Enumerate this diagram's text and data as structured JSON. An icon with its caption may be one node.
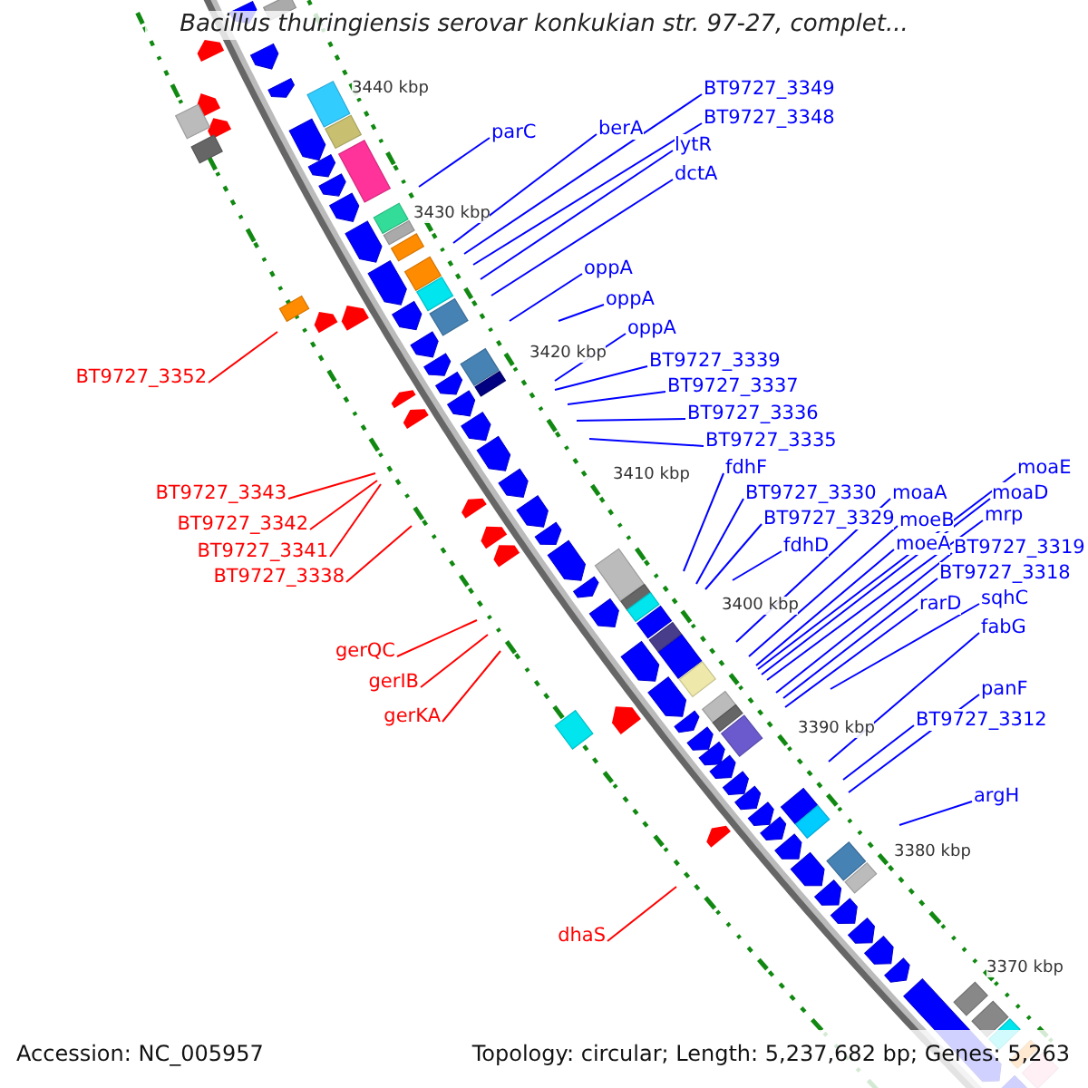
{
  "diagram": {
    "title": "Bacillus thuringiensis serovar konkukian str. 97-27, complet...",
    "nodes": [
      {
        "text": [
          "BT9727_3349"
        ]
      },
      {
        "text": [
          "BT9727_3348"
        ]
      },
      {
        "text": [
          "parC"
        ]
      },
      {
        "text": [
          "berA"
        ]
      },
      {
        "text": [
          "lytR"
        ]
      },
      {
        "text": [
          "dctA"
        ]
      },
      {
        "text": [
          "oppA"
        ]
      },
      {
        "text": [
          "oppA"
        ]
      },
      {
        "text": [
          "oppA"
        ]
      },
      {
        "text": [
          "BT9727_3339"
        ]
      },
      {
        "text": [
          "BT9727_3352"
        ]
      },
      {
        "text": [
          "BT9727_3337"
        ]
      },
      {
        "text": [
          "BT9727_3336"
        ]
      },
      {
        "text": [
          "BT9727_3335"
        ]
      },
      {
        "text": [
          "fdhF"
        ]
      },
      {
        "text": [
          "moaE"
        ]
      },
      {
        "text": [
          "moaA"
        ]
      },
      {
        "text": [
          "BT9727_3330"
        ]
      },
      {
        "text": [
          "moaD"
        ]
      },
      {
        "text": [
          "BT9727_3343"
        ]
      },
      {
        "text": [
          "mrp"
        ]
      },
      {
        "text": [
          "moeB"
        ]
      },
      {
        "text": [
          "BT9727_3329"
        ]
      },
      {
        "text": [
          "BT9727_3342"
        ]
      },
      {
        "text": [
          "moeA"
        ]
      },
      {
        "text": [
          "fdhD"
        ]
      },
      {
        "text": [
          "BT9727_3319"
        ]
      },
      {
        "text": [
          "BT9727_3341"
        ]
      },
      {
        "text": [
          "BT9727_3318"
        ]
      },
      {
        "text": [
          "BT9727_3338"
        ]
      },
      {
        "text": [
          "sqhC"
        ]
      },
      {
        "text": [
          "rarD"
        ]
      },
      {
        "text": [
          "fabG"
        ]
      },
      {
        "text": [
          "gerQC"
        ]
      },
      {
        "text": [
          "gerIB"
        ]
      },
      {
        "text": [
          "panF"
        ]
      },
      {
        "text": [
          "gerKA"
        ]
      },
      {
        "text": [
          "BT9727_3312"
        ]
      },
      {
        "text": [
          "argH"
        ]
      },
      {
        "text": [
          "dhaS"
        ]
      }
    ],
    "edges": [
      {
        "from": 0,
        "to": null,
        "arrow": "none"
      },
      {
        "from": 1,
        "to": null,
        "arrow": "none"
      },
      {
        "from": 2,
        "to": null,
        "arrow": "none"
      },
      {
        "from": 3,
        "to": null,
        "arrow": "none"
      },
      {
        "from": 4,
        "to": null,
        "arrow": "none"
      },
      {
        "from": 5,
        "to": null,
        "arrow": "none"
      },
      {
        "from": 6,
        "to": null,
        "arrow": "none"
      },
      {
        "from": 7,
        "to": null,
        "arrow": "none"
      },
      {
        "from": 8,
        "to": null,
        "arrow": "none"
      },
      {
        "from": 9,
        "to": null,
        "arrow": "none"
      },
      {
        "from": 10,
        "to": null,
        "arrow": "none",
        "color": "#ff0000"
      },
      {
        "from": 11,
        "to": null,
        "arrow": "none"
      },
      {
        "from": 12,
        "to": null,
        "arrow": "none"
      },
      {
        "from": 13,
        "to": null,
        "arrow": "none"
      },
      {
        "from": 14,
        "to": null,
        "arrow": "none"
      },
      {
        "from": 15,
        "to": null,
        "arrow": "none"
      },
      {
        "from": 16,
        "to": null,
        "arrow": "none"
      },
      {
        "from": 17,
        "to": null,
        "arrow": "none"
      },
      {
        "from": 18,
        "to": null,
        "arrow": "none"
      },
      {
        "from": 19,
        "to": null,
        "arrow": "none",
        "color": "#ff0000"
      },
      {
        "from": 20,
        "to": null,
        "arrow": "none"
      },
      {
        "from": 21,
        "to": null,
        "arrow": "none"
      },
      {
        "from": 22,
        "to": null,
        "arrow": "none"
      },
      {
        "from": 23,
        "to": null,
        "arrow": "none",
        "color": "#ff0000"
      },
      {
        "from": 24,
        "to": null,
        "arrow": "none"
      },
      {
        "from": 25,
        "to": null,
        "arrow": "none"
      },
      {
        "from": 26,
        "to": null,
        "arrow": "none"
      },
      {
        "from": 27,
        "to": null,
        "arrow": "none",
        "color": "#ff0000"
      },
      {
        "from": 28,
        "to": null,
        "arrow": "none"
      },
      {
        "from": 29,
        "to": null,
        "arrow": "none",
        "color": "#ff0000"
      },
      {
        "from": 30,
        "to": null,
        "arrow": "none"
      },
      {
        "from": 31,
        "to": null,
        "arrow": "none"
      },
      {
        "from": 32,
        "to": null,
        "arrow": "none"
      },
      {
        "from": 33,
        "to": null,
        "arrow": "none",
        "color": "#ff0000"
      },
      {
        "from": 34,
        "to": null,
        "arrow": "none",
        "color": "#ff0000"
      },
      {
        "from": 35,
        "to": null,
        "arrow": "none"
      },
      {
        "from": 36,
        "to": null,
        "arrow": "none",
        "color": "#ff0000"
      },
      {
        "from": 37,
        "to": null,
        "arrow": "none"
      },
      {
        "from": 38,
        "to": null,
        "arrow": "none"
      },
      {
        "from": 39,
        "to": null,
        "arrow": "none",
        "color": "#ff0000"
      }
    ],
    "labels": [
      "3440 kbp",
      "3430 kbp",
      "3420 kbp",
      "3410 kbp",
      "3400 kbp",
      "3390 kbp",
      "3380 kbp",
      "3370 kbp",
      "Accession: NC_005957",
      "Topology: circular; Length: 5,237,682 bp; Genes: 5,263"
    ]
  }
}
